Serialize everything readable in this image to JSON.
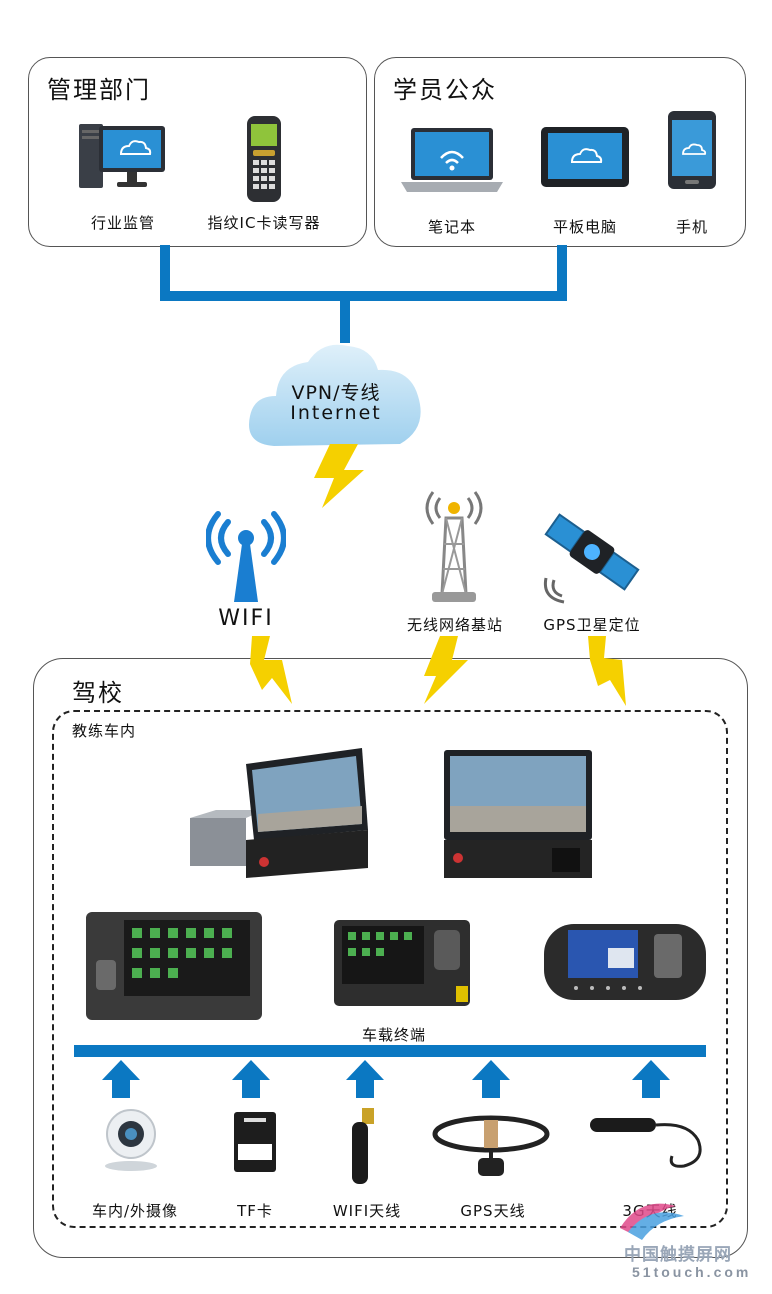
{
  "top_left": {
    "title": "管理部门",
    "items": [
      "行业监管",
      "指纹IC卡读写器"
    ]
  },
  "top_right": {
    "title": "学员公众",
    "items": [
      "笔记本",
      "平板电脑",
      "手机"
    ]
  },
  "cloud": {
    "line1": "VPN/专线",
    "line2": "Internet"
  },
  "wireless": {
    "wifi": "WIFI",
    "base_station": "无线网络基站",
    "gps": "GPS卫星定位"
  },
  "school": {
    "title": "驾校",
    "inner_title": "教练车内",
    "terminal_label": "车载终端",
    "peripherals": [
      "车内/外摄像",
      "TF卡",
      "WIFI天线",
      "GPS天线",
      "3G天线"
    ]
  },
  "watermark": {
    "text1": "中国触摸屏网",
    "text2": "51touch.com"
  },
  "colors": {
    "line_blue": "#0b78c2",
    "lightning_yellow": "#f5d000",
    "cloud_blue": "#b9def3"
  }
}
